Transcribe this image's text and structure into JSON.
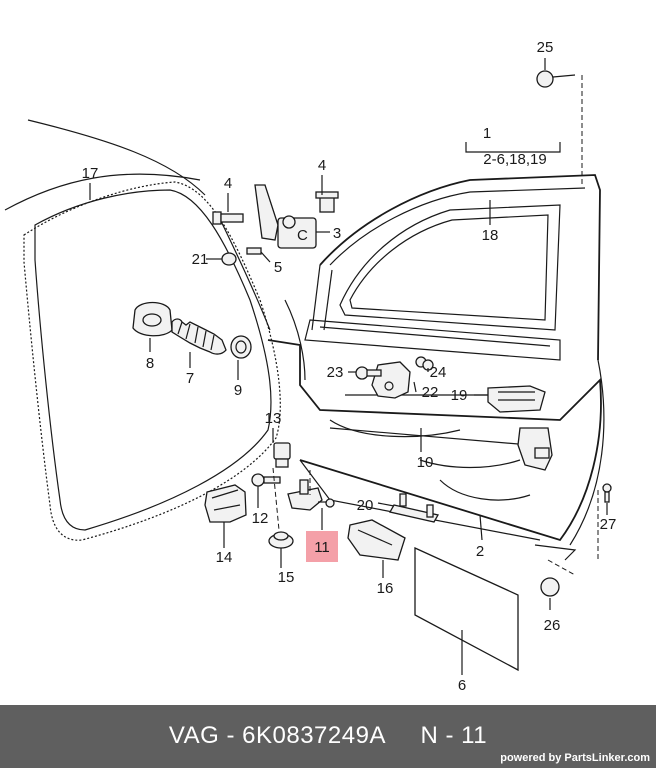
{
  "callouts": [
    {
      "id": "c1",
      "text": "1"
    },
    {
      "id": "c1sub",
      "text": "2-6,18,19"
    },
    {
      "id": "c2",
      "text": "2"
    },
    {
      "id": "c3",
      "text": "3"
    },
    {
      "id": "c4a",
      "text": "4"
    },
    {
      "id": "c4b",
      "text": "4"
    },
    {
      "id": "c5",
      "text": "5"
    },
    {
      "id": "c6",
      "text": "6"
    },
    {
      "id": "c7",
      "text": "7"
    },
    {
      "id": "c8",
      "text": "8"
    },
    {
      "id": "c9",
      "text": "9"
    },
    {
      "id": "c10",
      "text": "10"
    },
    {
      "id": "c12",
      "text": "12"
    },
    {
      "id": "c13",
      "text": "13"
    },
    {
      "id": "c14",
      "text": "14"
    },
    {
      "id": "c15",
      "text": "15"
    },
    {
      "id": "c16",
      "text": "16"
    },
    {
      "id": "c17",
      "text": "17"
    },
    {
      "id": "c18",
      "text": "18"
    },
    {
      "id": "c19",
      "text": "19"
    },
    {
      "id": "c20",
      "text": "20"
    },
    {
      "id": "c21",
      "text": "21"
    },
    {
      "id": "c22",
      "text": "22"
    },
    {
      "id": "c23",
      "text": "23"
    },
    {
      "id": "c24",
      "text": "24"
    },
    {
      "id": "c25",
      "text": "25"
    },
    {
      "id": "c26",
      "text": "26"
    },
    {
      "id": "c27",
      "text": "27"
    }
  ],
  "highlight": {
    "text": "11",
    "color": "#f4a0a8"
  },
  "footer": {
    "brand": "VAG",
    "sep": " - ",
    "part_number": "6K0837249A",
    "gap": "     ",
    "position": "N - 11",
    "credit": "powered by PartsLinker.com",
    "bg_color": "#5f5f5f"
  }
}
